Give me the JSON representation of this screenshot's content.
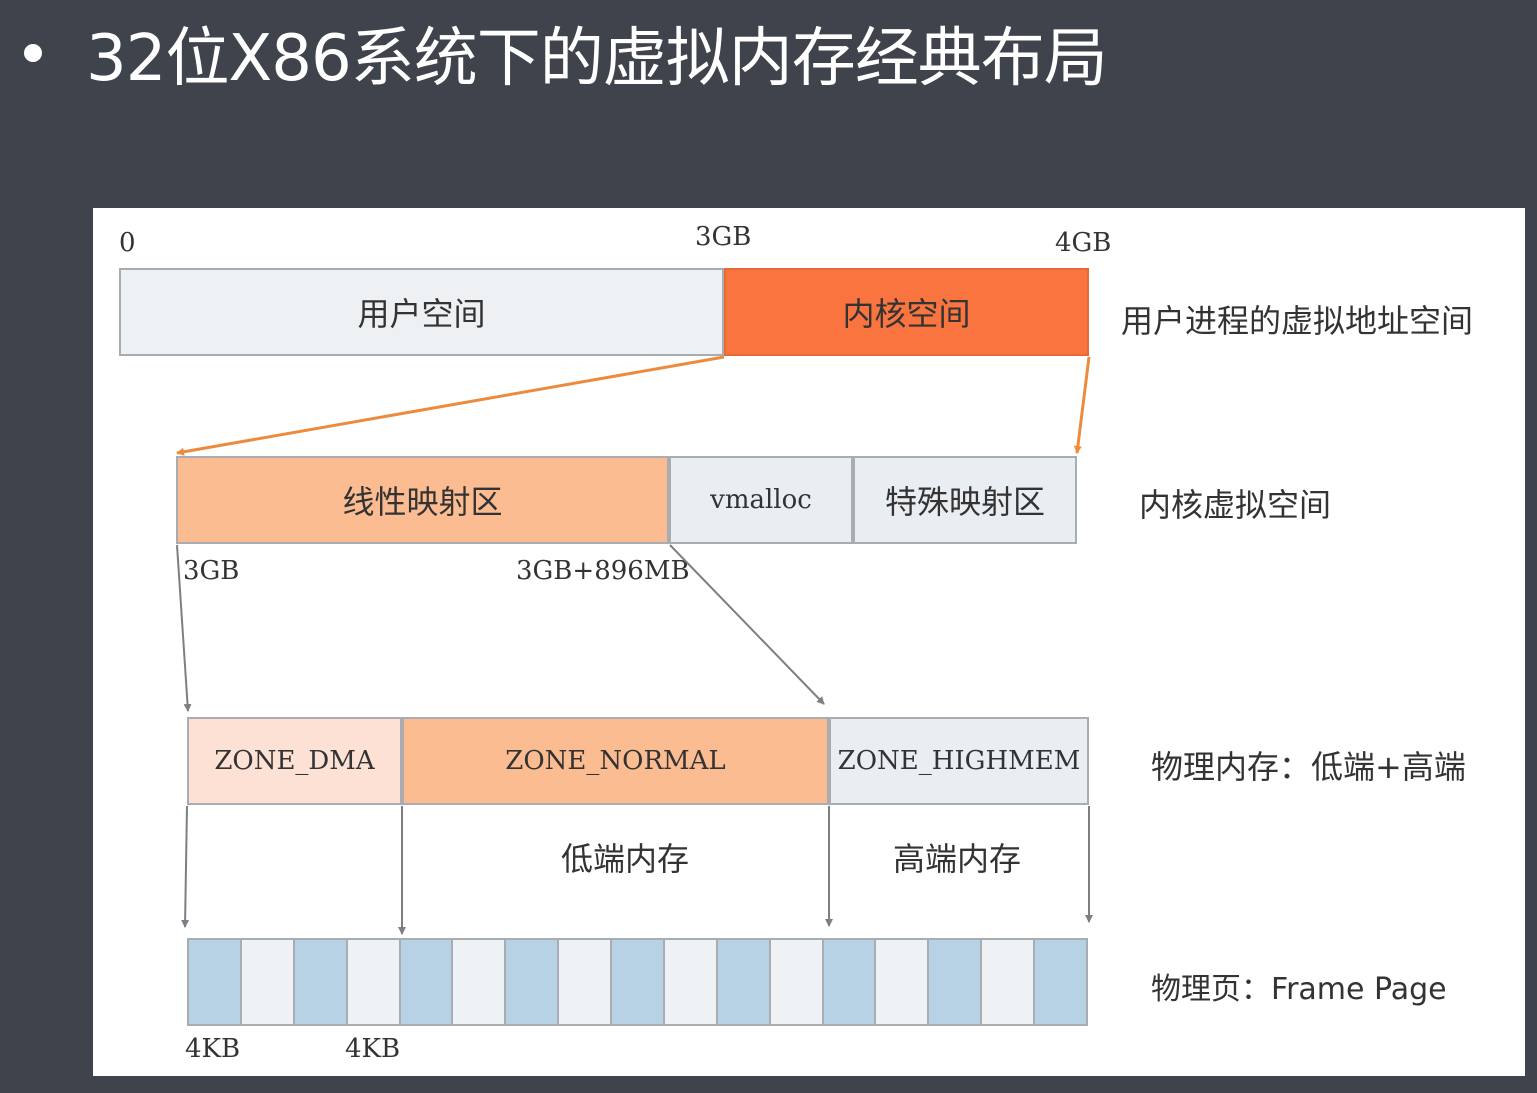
{
  "title": "32位X86系统下的虚拟内存经典布局",
  "colors": {
    "background": "#3f434c",
    "panel": "#ffffff",
    "user_space": "#edf1f4",
    "kernel_space": "#f9743f",
    "linear_map": "#fbbc92",
    "vmalloc": "#e9eef2",
    "special_map": "#e9eef2",
    "zone_dma": "#fde1d4",
    "zone_normal": "#fbbc92",
    "zone_highmem": "#e9eef2",
    "frame_blue": "#b6d2e4",
    "frame_light": "#eef2f5",
    "arrow_orange": "#ed8a3c",
    "arrow_gray": "#7c8085"
  },
  "diagram": {
    "virtual_address_space": {
      "addr_start": "0",
      "addr_mid": "3GB",
      "addr_end": "4GB",
      "user_space_label": "用户空间",
      "kernel_space_label": "内核空间",
      "side_label": "用户进程的虚拟地址空间"
    },
    "kernel_virtual_space": {
      "linear_map_label": "线性映射区",
      "vmalloc_label": "vmalloc",
      "special_map_label": "特殊映射区",
      "side_label": "内核虚拟空间",
      "addr_start": "3GB",
      "addr_linear_end": "3GB+896MB"
    },
    "physical_memory": {
      "zone_dma_label": "ZONE_DMA",
      "zone_normal_label": "ZONE_NORMAL",
      "zone_highmem_label": "ZONE_HIGHMEM",
      "side_label": "物理内存：低端+高端",
      "low_mem_label": "低端内存",
      "high_mem_label": "高端内存"
    },
    "physical_pages": {
      "side_label": "物理页：Frame Page",
      "frame_count": 17,
      "frame_size_label_1": "4KB",
      "frame_size_label_2": "4KB"
    }
  }
}
